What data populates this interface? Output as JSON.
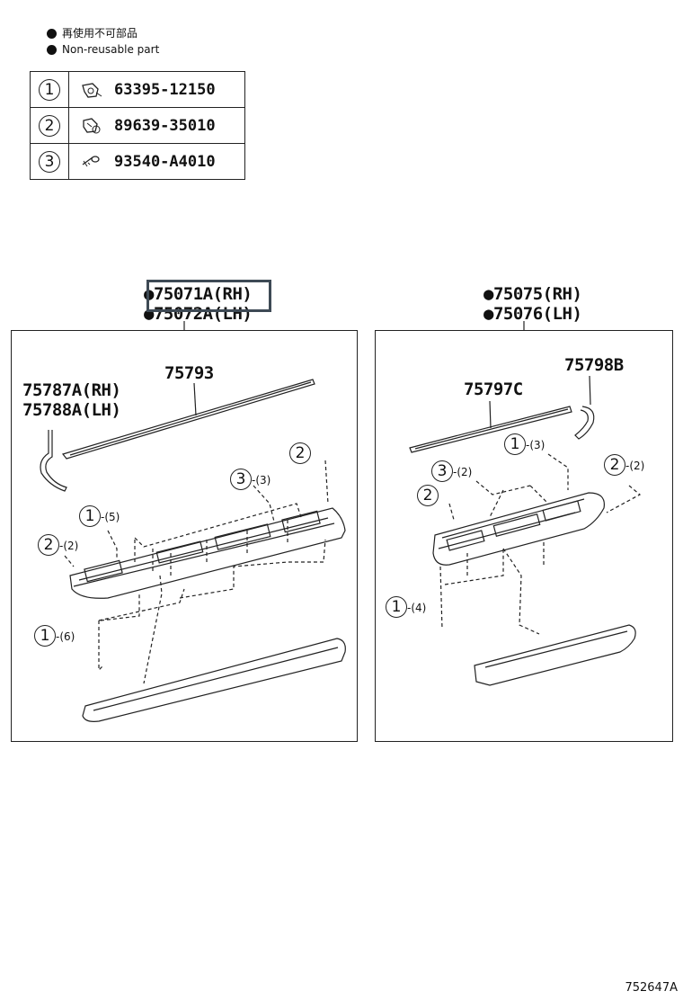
{
  "legend": {
    "jp": "再使用不可部品",
    "en": "Non-reusable part"
  },
  "parts_table": [
    {
      "num": "1",
      "part": "63395-12150",
      "icon": "clip-icon"
    },
    {
      "num": "2",
      "part": "89639-35010",
      "icon": "clip-icon"
    },
    {
      "num": "3",
      "part": "93540-A4010",
      "icon": "screw-icon"
    }
  ],
  "left_assembly": {
    "rh": "75071A(RH)",
    "lh": "75072A(LH)",
    "molding_top": "75793",
    "end_rh": "75787A(RH)",
    "end_lh": "75788A(LH)",
    "callouts": [
      {
        "num": "1",
        "qty": "-(5)"
      },
      {
        "num": "2",
        "qty": "-(2)"
      },
      {
        "num": "3",
        "qty": "-(3)"
      },
      {
        "num": "1",
        "qty": "-(6)"
      },
      {
        "num": "2",
        "qty": ""
      }
    ]
  },
  "right_assembly": {
    "rh": "75075(RH)",
    "lh": "75076(LH)",
    "molding_top": "75797C",
    "end_piece": "75798B",
    "callouts": [
      {
        "num": "1",
        "qty": "-(3)"
      },
      {
        "num": "3",
        "qty": "-(2)"
      },
      {
        "num": "2",
        "qty": ""
      },
      {
        "num": "2",
        "qty": "-(2)"
      },
      {
        "num": "1",
        "qty": "-(4)"
      }
    ]
  },
  "illustration_code": "752647A"
}
